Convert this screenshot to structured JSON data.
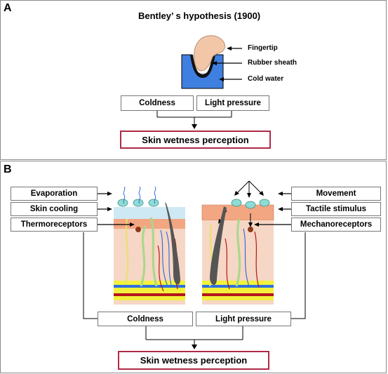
{
  "panel_a": {
    "label": "A",
    "title": "Bentley’ s hypothesis (1900)",
    "callouts": [
      "Fingertip",
      "Rubber sheath",
      "Cold water"
    ],
    "boxes": [
      "Coldness",
      "Light pressure"
    ],
    "result": "Skin wetness perception"
  },
  "panel_b": {
    "label": "B",
    "left_boxes": [
      "Evaporation",
      "Skin cooling",
      "Thermoreceptors"
    ],
    "right_boxes": [
      "Movement",
      "Tactile stimulus",
      "Mechanoreceptors"
    ],
    "bottom_boxes": [
      "Coldness",
      "Light pressure"
    ],
    "result": "Skin wetness perception"
  },
  "colors": {
    "water_blue": "#3f7fe0",
    "result_border": "#b02a48",
    "skin_pink": "#f6d6c4",
    "epidermis_orange": "#f3a682",
    "fat_yellow": "#f2f23c",
    "droplet_teal": "#8fdcd4"
  }
}
